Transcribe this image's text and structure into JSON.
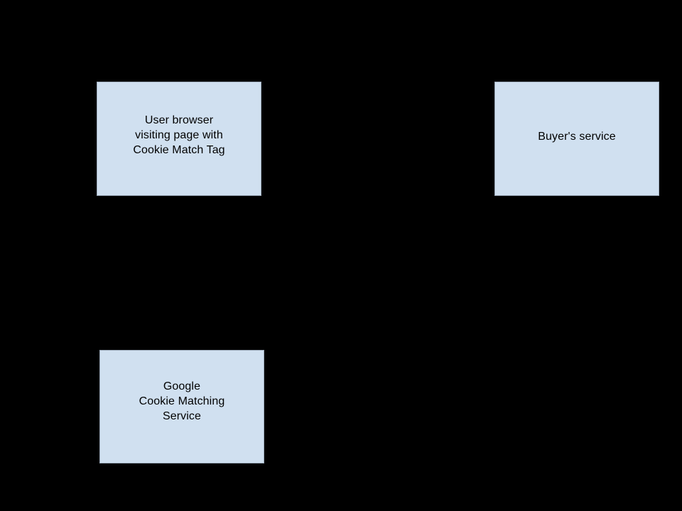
{
  "diagram": {
    "type": "block-diagram",
    "background_color": "#000000",
    "node_fill_color": "#d0e0f0",
    "node_border_color": "#9aa8b8",
    "node_text_color": "#000000",
    "nodes": [
      {
        "id": "user-browser",
        "label": "User browser\nvisiting page with\nCookie Match Tag"
      },
      {
        "id": "buyers-service",
        "label": "Buyer's service"
      },
      {
        "id": "google-cookie-matching",
        "label": "Google\nCookie Matching\nService"
      }
    ]
  }
}
